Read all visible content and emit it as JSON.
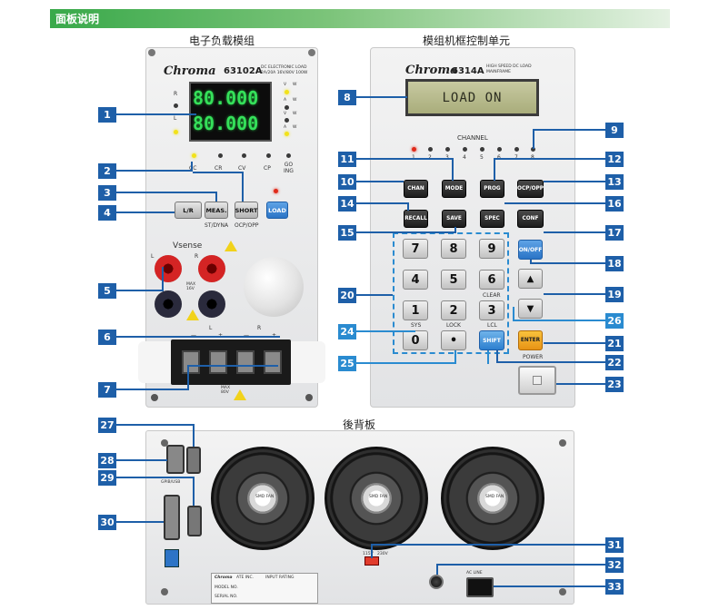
{
  "header": {
    "title": "面板说明"
  },
  "titles": {
    "load_module": "电子负载模组",
    "mainframe_unit": "模组机框控制单元",
    "rear_panel": "後背板"
  },
  "load_module": {
    "brand": "Chroma",
    "model": "63102A",
    "desc_line1": "DC ELECTRONIC LOAD",
    "desc_line2": "2A/20A 16V/80V 100W",
    "display_top": "80.000",
    "display_bottom": "80.000",
    "side_r": "R",
    "side_l": "L",
    "unit_v": "V",
    "unit_a": "A",
    "unit_w": "W",
    "mode_labels": [
      "CC",
      "CR",
      "CV",
      "CP",
      "GO\nING"
    ],
    "buttons": {
      "lr": "L/R",
      "meas": "MEAS.",
      "short": "SHORT",
      "load": "LOAD"
    },
    "sub_labels": {
      "st_dyna": "ST/DYNA",
      "ocp_opp": "OCP/OPP"
    },
    "vsense": "Vsense",
    "term_l": "L",
    "term_r": "R",
    "max_label": "MAX\n16V",
    "bottom_l": "L",
    "bottom_r": "R",
    "bottom_max": "MAX\n80V",
    "plus": "+",
    "minus": "—"
  },
  "mainframe": {
    "brand": "Chroma",
    "model": "6314A",
    "desc_line1": "HIGH SPEED DC LOAD",
    "desc_line2": "MAINFRAME",
    "lcd_text": "LOAD ON",
    "channel_label": "CHANNEL",
    "channels": [
      "1",
      "2",
      "3",
      "4",
      "5",
      "6",
      "7",
      "8"
    ],
    "keys": {
      "chan": "CHAN",
      "mode": "MODE",
      "prog": "PROG",
      "ocp_opp": "OCP/OPP",
      "recall": "RECALL",
      "save": "SAVE",
      "spec": "SPEC",
      "conf": "CONF",
      "onoff": "ON/OFF",
      "enter": "ENTER",
      "shift": "SHIFT",
      "dot": "•",
      "up": "▲",
      "down": "▼"
    },
    "digits": [
      "7",
      "8",
      "9",
      "4",
      "5",
      "6",
      "1",
      "2",
      "3",
      "0"
    ],
    "key_labels": {
      "clear": "CLEAR",
      "sys": "SYS",
      "lock": "LOCK",
      "lcl": "LCL",
      "power": "POWER"
    }
  },
  "rear": {
    "brand": "Chroma",
    "brand_suffix": "ATE INC.",
    "input_rating": "INPUT RATING",
    "model_no": "MODEL NO.",
    "serial_no": "SERIAL NO.",
    "gpib_label": "GPIB/USB",
    "ac_line": "AC LINE",
    "fan_label": "SMD FAN",
    "voltage_115": "115V",
    "voltage_230": "230V"
  },
  "callouts": [
    "1",
    "2",
    "3",
    "4",
    "5",
    "6",
    "7",
    "8",
    "9",
    "10",
    "11",
    "12",
    "13",
    "14",
    "15",
    "16",
    "17",
    "18",
    "19",
    "20",
    "21",
    "22",
    "23",
    "24",
    "25",
    "26",
    "27",
    "28",
    "29",
    "30",
    "31",
    "32",
    "33"
  ],
  "colors": {
    "callout_blue": "#1e5fa8",
    "callout_cyan": "#2a8bd0",
    "header_green": "#39a94a"
  }
}
